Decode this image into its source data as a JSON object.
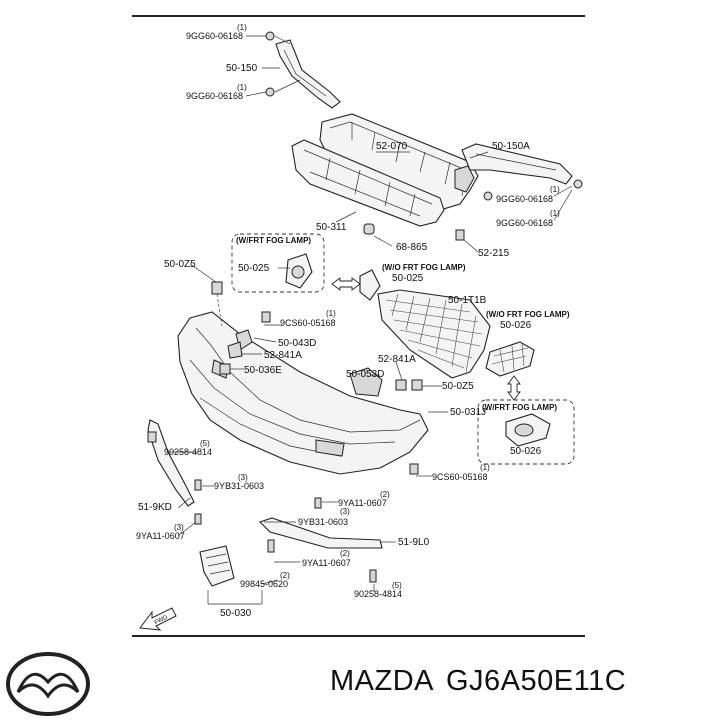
{
  "labels": {
    "a1": "9GG60-06168",
    "a1q": "(1)",
    "b1": "50-150",
    "a2": "9GG60-06168",
    "a2q": "(1)",
    "c1": "52-070",
    "d1": "50-150A",
    "a3": "9GG60-06168",
    "a3q": "(1)",
    "a4": "9GG60-06168",
    "a4q": "(1)",
    "e1": "50-311",
    "f1": "68-865",
    "g1": "52-215",
    "h1": "50-0Z5",
    "i1": "50-025",
    "j1": "50-025",
    "k1": "50-1T1B",
    "l1": "9CS60-05168",
    "l1q": "(1)",
    "m1": "50-026",
    "n1": "50-043D",
    "o1": "52-841A",
    "p1": "50-036E",
    "o2": "52-841A",
    "q1": "50-053D",
    "h2": "50-0Z5",
    "r1": "50-031J",
    "s1": "90258-4814",
    "s1q": "(5)",
    "m2": "50-026",
    "l2": "9CS60-05168",
    "l2q": "(1)",
    "t1": "9YB31-0603",
    "t1q": "(3)",
    "u1": "51-9KD",
    "v1": "9YA11-0607",
    "v1q": "(2)",
    "t2": "9YB31-0603",
    "t2q": "(3)",
    "w1": "9YA11-0607",
    "w1q": "(3)",
    "x1": "51-9L0",
    "y1": "9YA11-0607",
    "y1q": "(2)",
    "z1": "99845-0620",
    "z1q": "(2)",
    "s2": "90258-4814",
    "s2q": "(5)",
    "aa1": "50-030"
  },
  "boxes": {
    "fog1_title": "(W/FRT FOG LAMP)",
    "nofog1_title": "(W/O FRT FOG LAMP)",
    "nofog2_title": "(W/O FRT FOG LAMP)",
    "fog2_title": "(W/FRT FOG LAMP)"
  },
  "arrow_text": "FWD",
  "brand": {
    "name": "MAZDA",
    "part_number": "GJ6A50E11C",
    "logo_icon": "mazda-logo-icon"
  }
}
